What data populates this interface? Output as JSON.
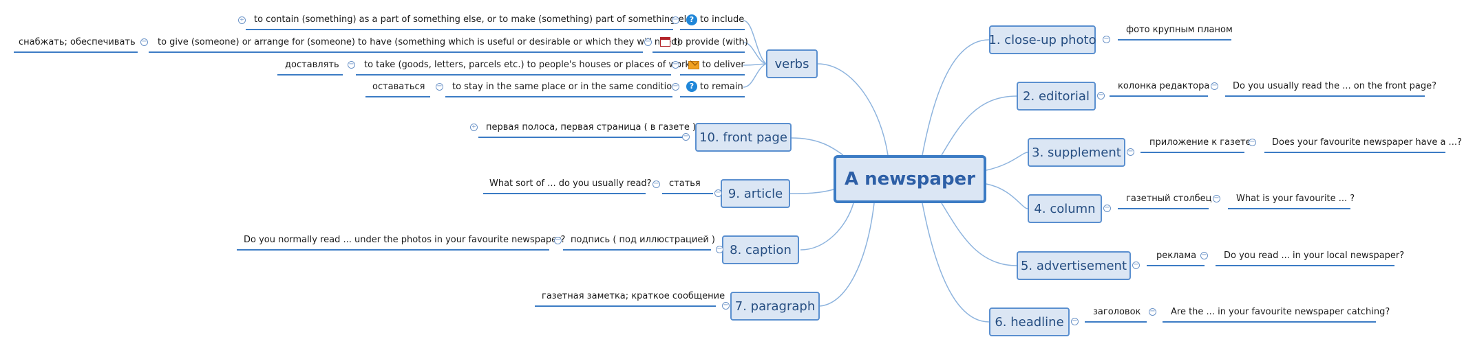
{
  "central_topic": "A newspaper",
  "verbs": {
    "label": "verbs",
    "items": [
      {
        "definition": "to contain (something) as a part of something else, or to make (something) part of something else",
        "term": "to include",
        "icon": "question-icon"
      },
      {
        "translation": "снабжать; обеспечивать",
        "definition": "to give (someone) or arrange for (someone) to have (something which is useful or desirable or which they will need)",
        "term": "to provide (with)",
        "icon": "calendar-icon"
      },
      {
        "translation": "доставлять",
        "definition": "to take (goods, letters, parcels etc.) to people's houses or places of work",
        "term": "to deliver",
        "icon": "mail-icon"
      },
      {
        "translation": "оставаться",
        "definition": "to stay in the same place or in the same condition",
        "term": "to remain",
        "icon": "question-icon"
      }
    ]
  },
  "right_topics": [
    {
      "label": "1. close-up photo",
      "translation": "фото крупным планом",
      "question": ""
    },
    {
      "label": "2. editorial",
      "translation": "колонка редактора",
      "question": "Do you usually read the ... on the front page?"
    },
    {
      "label": "3. supplement",
      "translation": "приложение к газете",
      "question": "Does your favourite newspaper have a ...?"
    },
    {
      "label": "4. column",
      "translation": "газетный столбец",
      "question": "What is your favourite ... ?"
    },
    {
      "label": "5. advertisement",
      "translation": "реклама",
      "question": "Do you read ... in your local newspaper?"
    },
    {
      "label": "6. headline",
      "translation": "заголовок",
      "question": "Are the ... in your favourite newspaper catching?"
    }
  ],
  "left_topics": [
    {
      "label": "10. front page",
      "translation": "первая полоса, первая страница ( в газете )",
      "question": ""
    },
    {
      "label": "9. article",
      "translation": "статья",
      "question": "What sort of ... do you usually read?"
    },
    {
      "label": "8. caption",
      "translation": "подпись ( под иллюстрацией )",
      "question": "Do you normally read ... under the photos in your favourite newspaper?"
    },
    {
      "label": "7. paragraph",
      "translation": "газетная заметка; краткое сообщение",
      "question": ""
    }
  ],
  "colors": {
    "line": "#8eb4de",
    "underline": "#3b7bc4",
    "topic_fill": "#dbe6f4",
    "topic_border": "#5a8fcf"
  }
}
